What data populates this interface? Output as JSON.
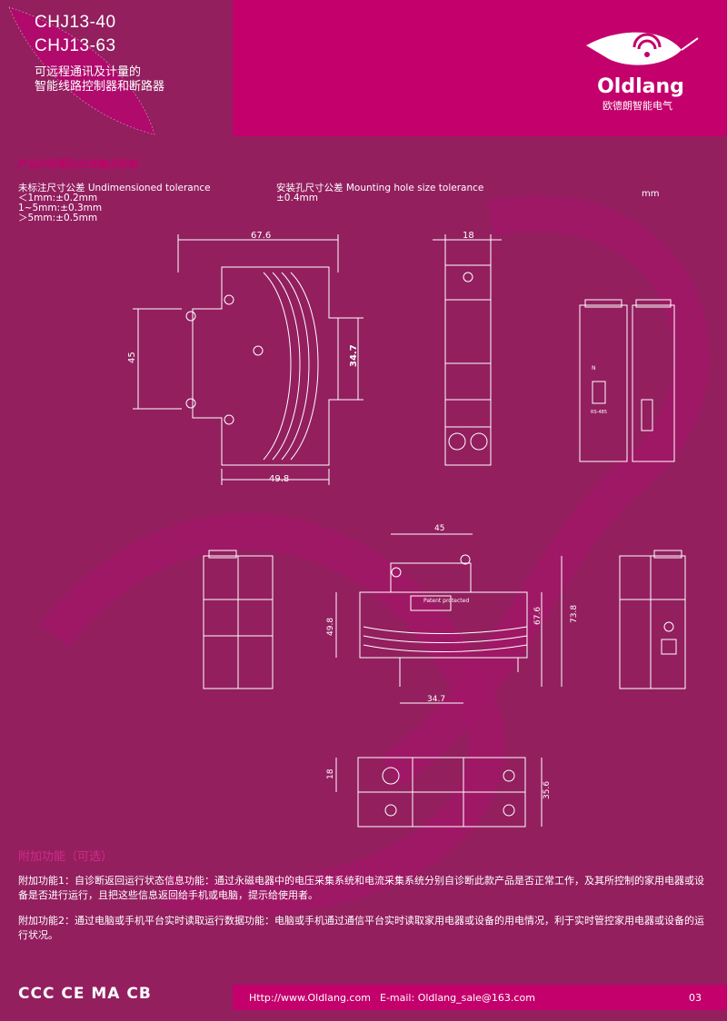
{
  "header": {
    "models": [
      "CHJ13-40",
      "CHJ13-63"
    ],
    "subtitle": [
      "可远程通讯及计量的",
      "智能线路控制器和断路器"
    ]
  },
  "brand": {
    "logo_text": "Oldlang",
    "name_cn": "欧德朗智能电气"
  },
  "section_title": "产品外形图及出货触点状态",
  "tolerance": {
    "left_title": "未标注尺寸公差 Undimensioned tolerance",
    "left_lines": [
      "＜1mm:±0.2mm",
      "1~5mm:±0.3mm",
      "＞5mm:±0.5mm"
    ],
    "right_title": "安装孔尺寸公差 Mounting hole size tolerance",
    "right_lines": [
      "±0.4mm"
    ],
    "unit": "mm"
  },
  "dimensions": {
    "d1": "67.6",
    "d2": "45",
    "d3": "34.7",
    "d4": "49.8",
    "d5": "18",
    "d6": "45",
    "d7": "49.8",
    "d8": "67.6",
    "d9": "73.8",
    "d10": "34.7",
    "d11": "18",
    "d12": "35.6",
    "patent": "Patent protected",
    "n_label": "N",
    "rs485": "RS-485"
  },
  "extra": {
    "title": "附加功能（可选）",
    "items": [
      "附加功能1：自诊断返回运行状态信息功能：通过永磁电器中的电压采集系统和电流采集系统分别自诊断此款产品是否正常工作，及其所控制的家用电器或设备是否进行运行，且把这些信息返回给手机或电脑，提示给使用者。",
      "附加功能2：通过电脑或手机平台实时读取运行数据功能：电脑或手机通过通信平台实时读取家用电器或设备的用电情况，利于实时管控家用电器或设备的运行状况。"
    ]
  },
  "certifications": "CCC  CE  MA CB",
  "footer": {
    "website": "Http://www.Oldlang.com",
    "email": "E-mail: Oldlang_sale@163.com",
    "page": "03"
  },
  "colors": {
    "background": "#931f5f",
    "accent": "#c3006c"
  }
}
